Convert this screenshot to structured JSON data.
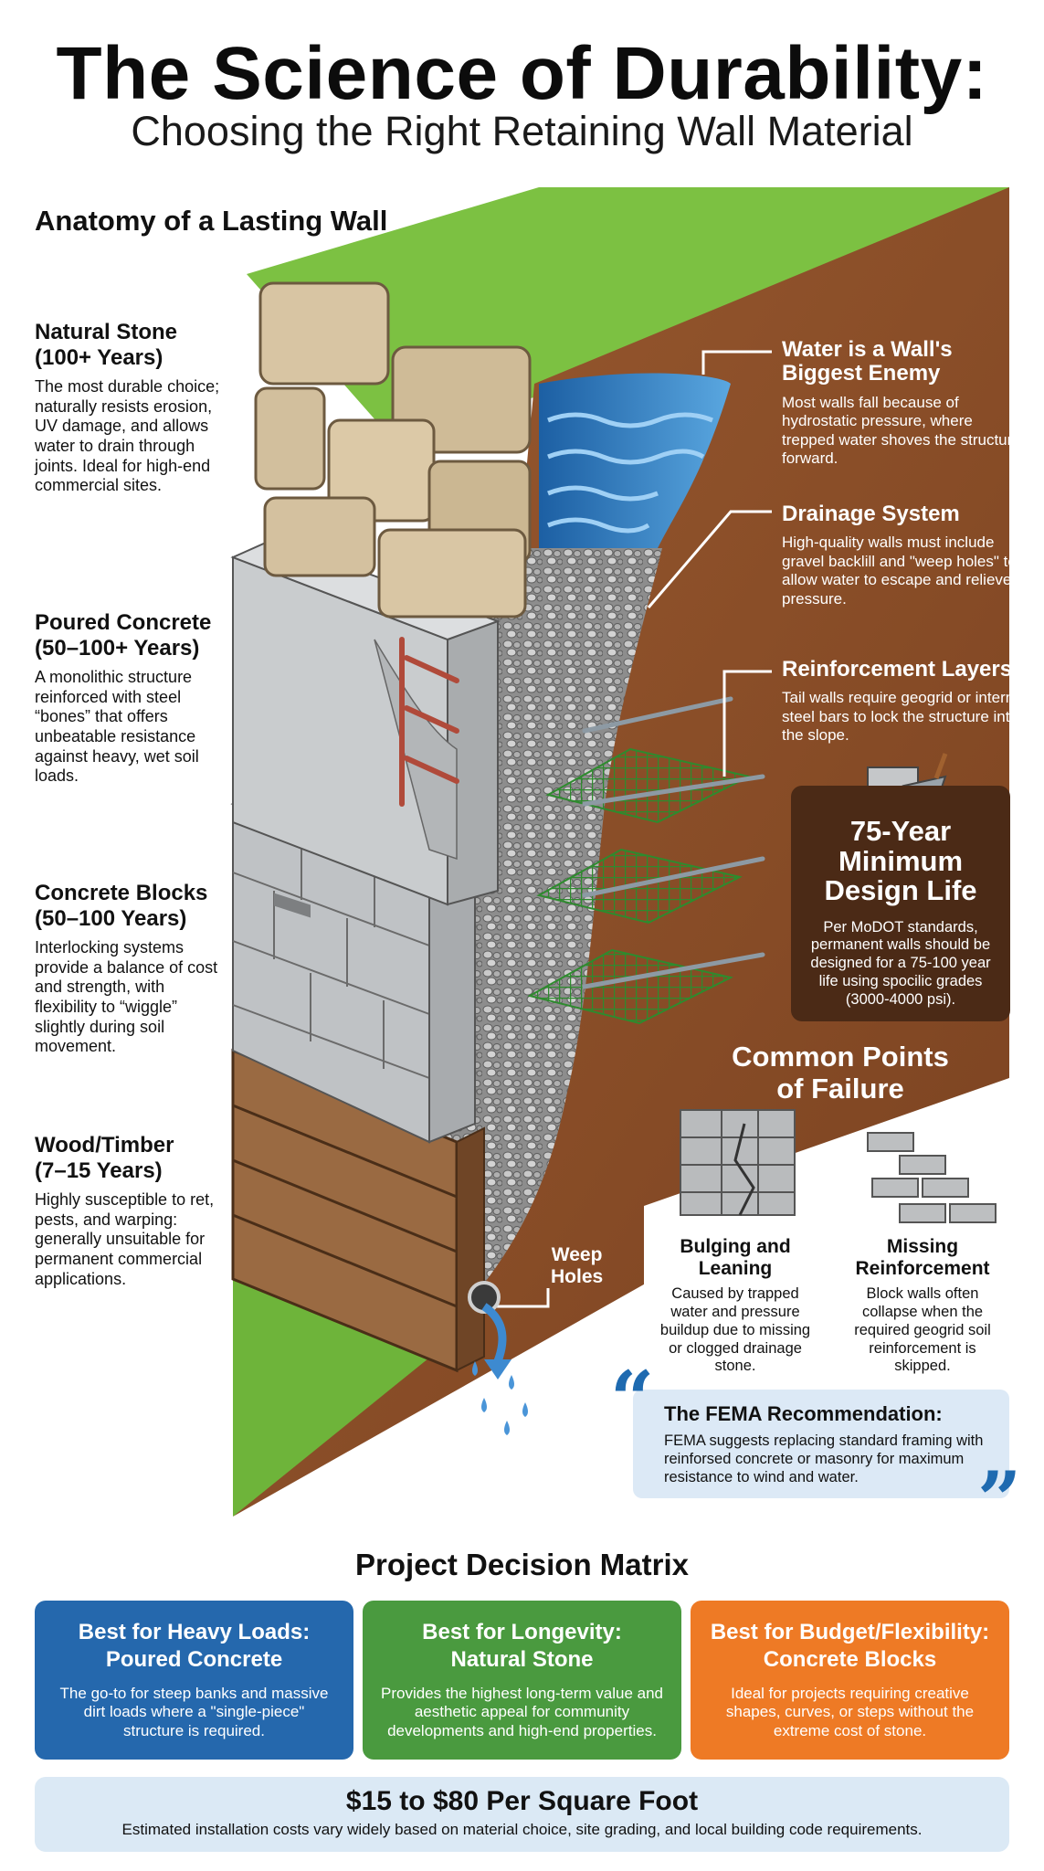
{
  "header": {
    "title": "The Science of Durability:",
    "subtitle": "Choosing the Right Retaining Wall Material"
  },
  "anatomy_heading": "Anatomy of a Lasting Wall",
  "materials": [
    {
      "title": "Natural Stone\n(100+ Years)",
      "desc": "The most durable choice; naturally resists erosion, UV damage, and allows water to drain through joints. Ideal for high-end commercial sites."
    },
    {
      "title": "Poured Concrete\n(50–100+ Years)",
      "desc": "A monolithic structure reinforced with steel “bones” that offers unbeatable resistance against heavy, wet soil loads."
    },
    {
      "title": "Concrete Blocks\n(50–100 Years)",
      "desc": "Interlocking systems provide a balance of cost and strength, with flexibility to “wiggle” slightly during soil movement."
    },
    {
      "title": "Wood/Timber\n(7–15 Years)",
      "desc": "Highly susceptible to ret, pests, and warping: generally unsuitable for permanent commercial applications."
    }
  ],
  "callouts": [
    {
      "title": "Water is a Wall's\nBiggest Enemy",
      "desc": "Most walls fall because of hydrostatic pressure, where trepped water shoves the structure forward."
    },
    {
      "title": "Drainage System",
      "desc": "High-quality walls must include gravel backlill and \"weep holes\" to allow water to escape and relieve pressure."
    },
    {
      "title": "Reinforcement Layers",
      "desc": "Tail walls require geogrid or internal steel bars to lock the structure into the slope."
    }
  ],
  "design_life": {
    "title": "75-Year\nMinimum\nDesign Life",
    "desc": "Per MoDOT standards, permanent walls should be designed for a 75-100 year life using spocilic grades (3000-4000 psi)."
  },
  "failure": {
    "title": "Common Points\nof Failure",
    "items": [
      {
        "name": "Bulging and\nLeaning",
        "desc": "Caused by trapped water and pressure buildup due to missing or clogged drainage stone."
      },
      {
        "name": "Missing\nReinforcement",
        "desc": "Block walls often collapse when the required geogrid soil reinforcement is skipped."
      }
    ]
  },
  "weep_label": "Weep\nHoles",
  "fema": {
    "title": "The FEMA Recommendation:",
    "desc": "FEMA suggests replacing standard framing with reinforsed concrete or masonry for maximum resistance to wind and water."
  },
  "matrix": {
    "title": "Project Decision Matrix",
    "cards": [
      {
        "title": "Best for Heavy Loads:\nPoured Concrete",
        "desc": "The go-to for steep banks and massive dirt loads where a \"single-piece\" structure is required.",
        "color": "#2568ad"
      },
      {
        "title": "Best for Longevity:\nNatural Stone",
        "desc": "Provides the highest long-term value and aesthetic appeal for community developments and high-end properties.",
        "color": "#4a9a3f"
      },
      {
        "title": "Best for Budget/Flexibility:\nConcrete Blocks",
        "desc": "Ideal for projects requiring creative shapes, curves, or steps without the extreme cost of stone.",
        "color": "#ee7a25"
      }
    ]
  },
  "cost": {
    "title": "$15 to $80 Per Square Foot",
    "desc": "Estimated installation costs vary widely based on material choice, site grading, and local building code requirements."
  },
  "colors": {
    "soil": "#8a4f2a",
    "grass": "#7ac142",
    "water": "#2f7fc4",
    "gravel": "#a9a9a9",
    "concrete": "#c7c9cb",
    "stone": "#d6c3a2",
    "timber": "#8b5e3c",
    "geogrid": "#3a8f3a"
  }
}
